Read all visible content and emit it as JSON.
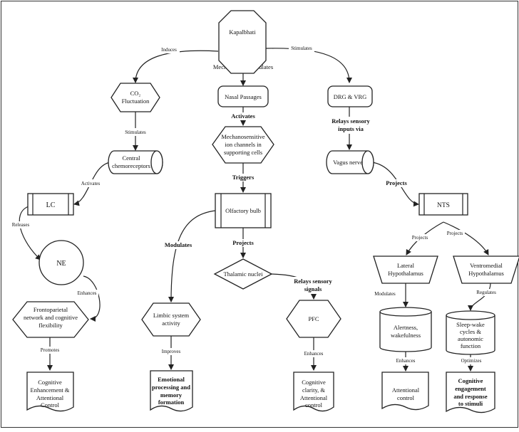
{
  "nodes": {
    "kapalbhati": "Kapalbhati",
    "co2": [
      "CO₂",
      "Fluctuation"
    ],
    "nasal": "Nasal Passages",
    "drg": "DRG & VRG",
    "central": [
      "Central",
      "chemoreceptors"
    ],
    "mechano": [
      "Mechanosensitive",
      "ion channels in",
      "supporting cells"
    ],
    "vagus": "Vagus nerve",
    "lc": "LC",
    "olfactory": "Olfactory bulb",
    "nts": "NTS",
    "ne": "NE",
    "thalamic": "Thalamic nuclei",
    "lateral_hyp": [
      "Lateral",
      "Hypothalamus"
    ],
    "ventro_hyp": [
      "Ventromedial",
      "Hypothalamus"
    ],
    "frontoparietal": [
      "Frontoparietal",
      "network and cognitive",
      "flexibility"
    ],
    "limbic": [
      "Limbic system",
      "activity"
    ],
    "pfc": "PFC",
    "alertness": [
      "Alertness,",
      "wakefulness"
    ],
    "sleepwake": [
      "Sleep-wake",
      "cycles &",
      "autonomic",
      "function"
    ],
    "cognitive_enh": [
      "Cognitive",
      "Enhancement &",
      "Attentional",
      "Control"
    ],
    "emotional": [
      "Emotional",
      "processing and",
      "memory",
      "formation"
    ],
    "cognitive_clarity": [
      "Cognitive",
      "clarity, &",
      "Attentional",
      "control"
    ],
    "attentional": [
      "Attentional",
      "control"
    ],
    "cognitive_eng": [
      "Cognitive",
      "engagement",
      "and response",
      "to stimuli"
    ]
  },
  "edges": {
    "induces": "Induces",
    "mech_stimulates": "Mechanically Stimulates",
    "stimulates_top": "Stimulates",
    "stimulates_co2": "Stimulates",
    "activates_nasal": "Activates",
    "relays_sensory": [
      "Relays sensory",
      "inputs via"
    ],
    "activates_central": "Activates",
    "triggers": "Triggers",
    "projects_vagus": "Projects",
    "releases": "Releases",
    "modulates_olf": "Modulates",
    "projects_olf": "Projects",
    "projects_nts_left": "Projects",
    "projects_nts_right": "Projects",
    "enhances_ne": "Enhances",
    "relays_pfc": [
      "Relays sensory",
      "signals"
    ],
    "modulates_lat": "Modulates",
    "regulates": "Regulates",
    "promotes": "Promotes",
    "improves": "Improves",
    "enhances_pfc": "Enhances",
    "enhances_alert": "Enhances",
    "optimizes": "Optimizes"
  }
}
